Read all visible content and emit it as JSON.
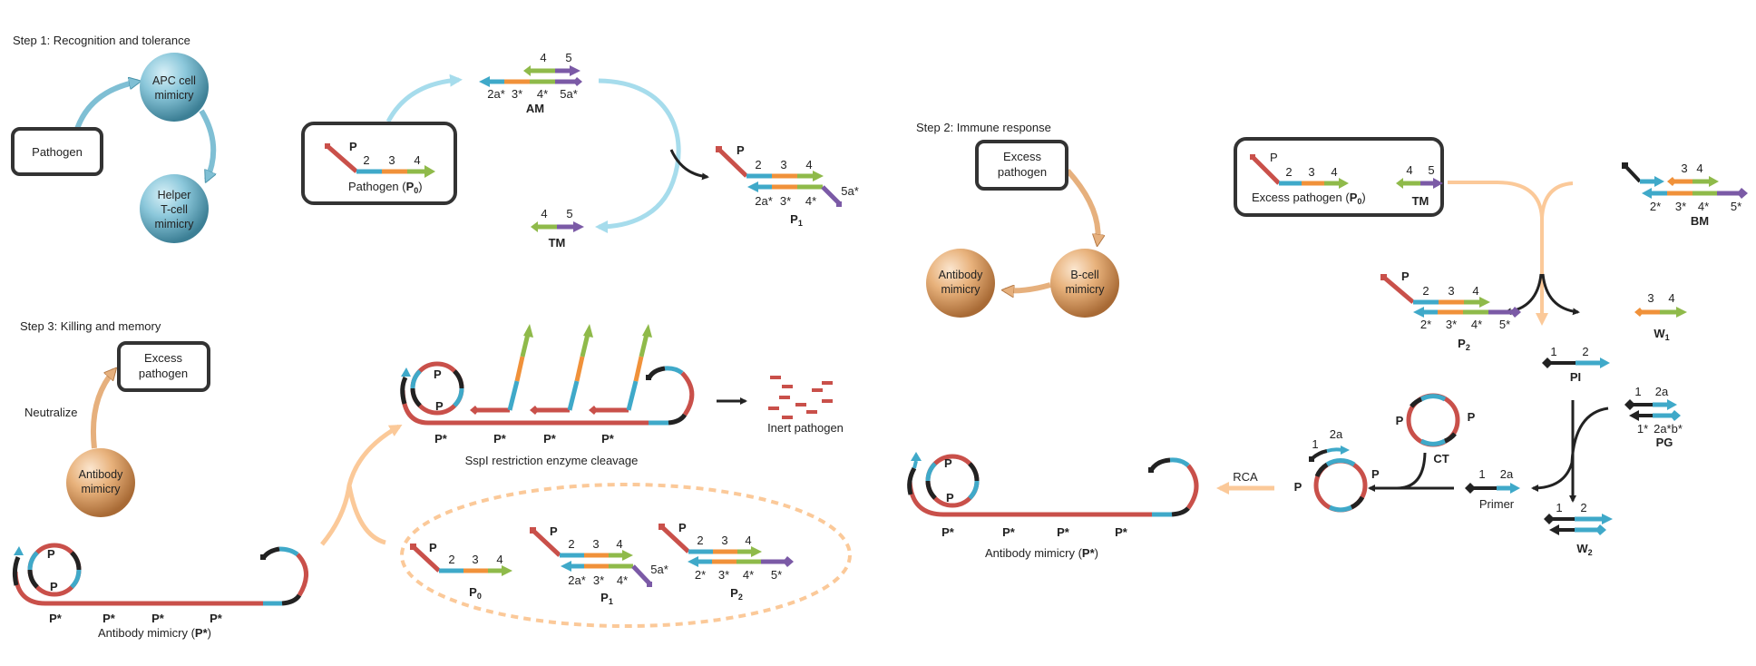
{
  "colors": {
    "red": "#c9504a",
    "blue": "#3fa9c9",
    "orange": "#f0913a",
    "green": "#8fba4a",
    "purple": "#7b5aa6",
    "black": "#222222",
    "light_blue_arrow": "#a6dcec",
    "peach_arrow": "#fbc999",
    "sphere_blue": "#7fbfd4",
    "sphere_tan": "#e6b07d"
  },
  "step1": {
    "title": "Step 1: Recognition and tolerance",
    "pathogen_box": "Pathogen",
    "apc_sphere": [
      "APC cell",
      "mimicry"
    ],
    "helper_sphere": [
      "Helper",
      "T-cell",
      "mimicry"
    ],
    "pathogen_p0_box": {
      "p": "P",
      "domains": [
        "2",
        "3",
        "4"
      ],
      "label": "Pathogen (",
      "label_bold": "P",
      "label_sub": "0",
      "label_end": ")"
    },
    "am": {
      "top": [
        "4",
        "5"
      ],
      "bottom": [
        "2a*",
        "3*",
        "4*",
        "5a*"
      ],
      "name": "AM"
    },
    "tm": {
      "domains": [
        "4",
        "5"
      ],
      "name": "TM"
    },
    "p1": {
      "p": "P",
      "top": [
        "2",
        "3",
        "4"
      ],
      "bottom": [
        "2a*",
        "3*",
        "4*"
      ],
      "tail": "5a*",
      "name": "P",
      "sub": "1"
    }
  },
  "step2": {
    "title": "Step 2: Immune response",
    "excess_box": [
      "Excess",
      "pathogen"
    ],
    "bcell_sphere": [
      "B-cell",
      "mimicry"
    ],
    "antibody_sphere": [
      "Antibody",
      "mimicry"
    ],
    "excess_p0_box": {
      "p": "P",
      "domains": [
        "2",
        "3",
        "4"
      ],
      "label": "Excess pathogen (",
      "label_bold": "P",
      "label_sub": "0",
      "label_end": ")",
      "tm_domains": [
        "4",
        "5"
      ],
      "tm_name": "TM"
    },
    "bm": {
      "top": [
        "3",
        "4"
      ],
      "bottom": [
        "2*",
        "3*",
        "4*",
        "5*"
      ],
      "name": "BM"
    },
    "p2": {
      "p": "P",
      "top": [
        "2",
        "3",
        "4"
      ],
      "bottom": [
        "2*",
        "3*",
        "4*",
        "5*"
      ],
      "name": "P",
      "sub": "2"
    },
    "w1": {
      "domains": [
        "3",
        "4"
      ],
      "name": "W",
      "sub": "1"
    },
    "pi": {
      "domains": [
        "1",
        "2"
      ],
      "name": "PI"
    },
    "pg": {
      "top": [
        "1",
        "2a"
      ],
      "bottom": [
        "1*",
        "2a*b*"
      ],
      "name": "PG"
    },
    "w2": {
      "domains": [
        "1",
        "2"
      ],
      "name": "W",
      "sub": "2"
    },
    "primer": {
      "domains": [
        "1",
        "2a"
      ],
      "name": "Primer"
    },
    "ct": {
      "name": "CT",
      "p_left": "P",
      "p_right": "P"
    },
    "circle_primed": {
      "domains": [
        "1",
        "2a"
      ],
      "p_left": "P",
      "p_right": "P"
    },
    "rca_label": "RCA",
    "antibody_mimicry": {
      "p_labels": [
        "P*",
        "P*",
        "P*",
        "P*"
      ],
      "circle_p": [
        "P",
        "P"
      ],
      "label": "Antibody mimicry (",
      "label_bold": "P*",
      "label_end": ")"
    }
  },
  "step3": {
    "title": "Step 3: Killing and memory",
    "excess_box": [
      "Excess",
      "pathogen"
    ],
    "neutralize_label": "Neutralize",
    "antibody_sphere": [
      "Antibody",
      "mimicry"
    ],
    "antibody_mimicry": {
      "p_labels": [
        "P*",
        "P*",
        "P*",
        "P*"
      ],
      "circle_p": [
        "P",
        "P"
      ],
      "label": "Antibody mimicry (",
      "label_bold": "P*",
      "label_end": ")"
    },
    "cleavage": {
      "p_labels": [
        "P*",
        "P*",
        "P*",
        "P*"
      ],
      "circle_p": [
        "P",
        "P"
      ],
      "label": "SspI restriction enzyme cleavage"
    },
    "inert_label": "Inert pathogen",
    "ellipse": {
      "p0": {
        "p": "P",
        "domains": [
          "2",
          "3",
          "4"
        ],
        "name": "P",
        "sub": "0"
      },
      "p1": {
        "p": "P",
        "top": [
          "2",
          "3",
          "4"
        ],
        "bottom": [
          "2a*",
          "3*",
          "4*"
        ],
        "tail": "5a*",
        "name": "P",
        "sub": "1"
      },
      "p2": {
        "p": "P",
        "top": [
          "2",
          "3",
          "4"
        ],
        "bottom": [
          "2*",
          "3*",
          "4*",
          "5*"
        ],
        "name": "P",
        "sub": "2"
      }
    }
  }
}
